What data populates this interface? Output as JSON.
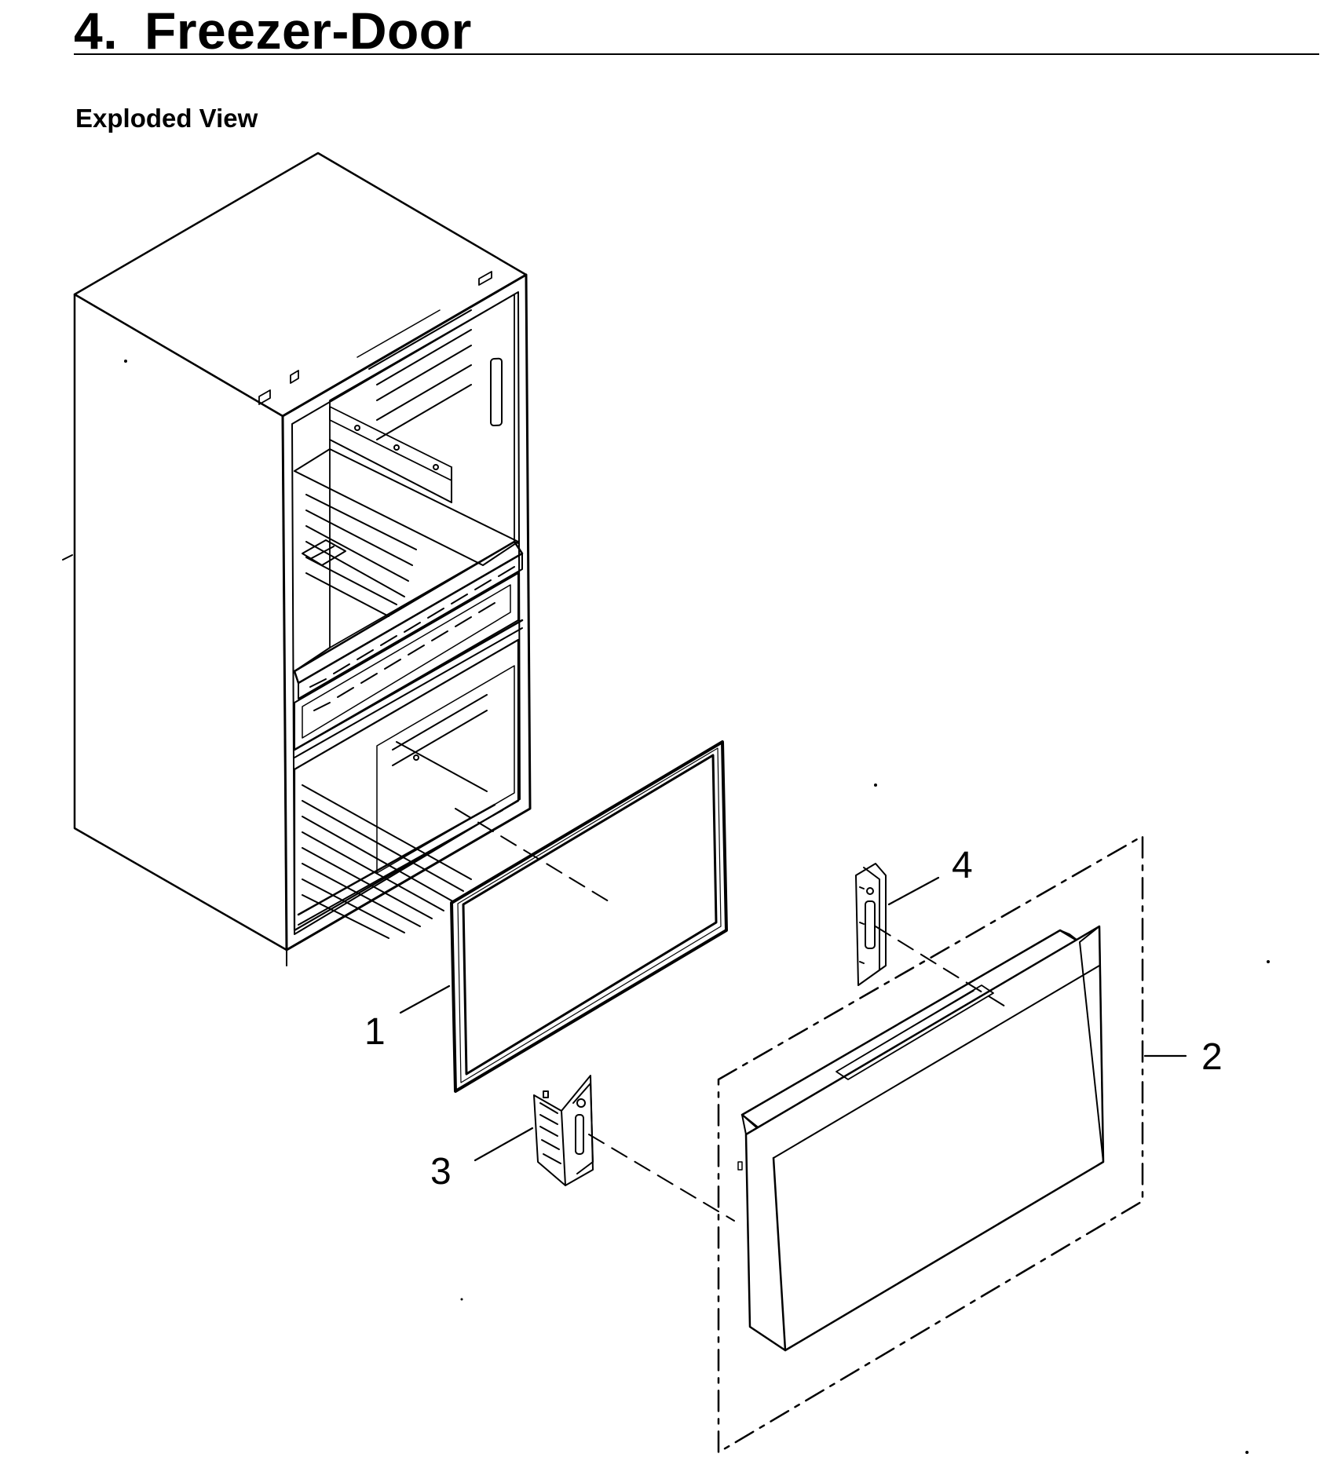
{
  "header": {
    "section_number": "4.",
    "section_title": "Freezer-Door",
    "subtitle": "Exploded View"
  },
  "parts": [
    {
      "callout": "1",
      "part": "gasket-door"
    },
    {
      "callout": "2",
      "part": "freezer-door-assembly"
    },
    {
      "callout": "3",
      "part": "hinge-bracket-lower"
    },
    {
      "callout": "4",
      "part": "hinge-bracket-upper"
    }
  ],
  "colors": {
    "line": "#000000",
    "background": "#ffffff"
  }
}
